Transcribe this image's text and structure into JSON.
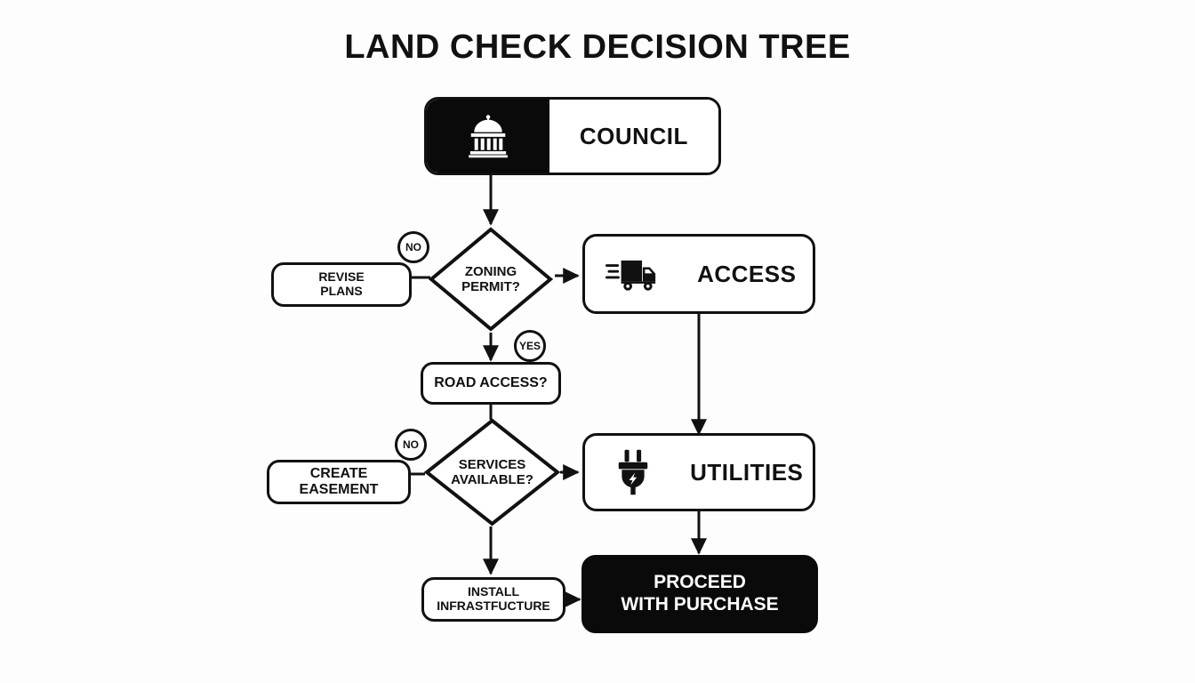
{
  "title": "LAND CHECK DECISION TREE",
  "theme": {
    "background": "#fdfdfd",
    "ink": "#111111",
    "solid_fill": "#0a0a0a",
    "node_fill": "#ffffff",
    "solid_text": "#ffffff"
  },
  "nodes": {
    "council": {
      "label": "COUNCIL",
      "icon": "bank-building-icon",
      "type": "start-card"
    },
    "zoning_permit": {
      "label_line1": "ZONING",
      "label_line2": "PERMIT?",
      "type": "decision"
    },
    "revise_plans": {
      "label_line1": "REVISE",
      "label_line2": "PLANS",
      "type": "process"
    },
    "access": {
      "label": "ACCESS",
      "icon": "delivery-truck-icon",
      "type": "card"
    },
    "road_access": {
      "label": "ROAD ACCESS?",
      "type": "process"
    },
    "services_available": {
      "label_line1": "SERVICES",
      "label_line2": "AVAILABLE?",
      "type": "decision"
    },
    "create_easement": {
      "label": "CREATE EASEMENT",
      "type": "process"
    },
    "utilities": {
      "label": "UTILITIES",
      "icon": "power-plug-icon",
      "type": "card"
    },
    "install_infrastructure": {
      "label_line1": "INSTALL",
      "label_line2": "INFRASTFUCTURE",
      "type": "process"
    },
    "proceed": {
      "label_line1": "PROCEED",
      "label_line2": "WITH PURCHASE",
      "type": "terminal"
    }
  },
  "badges": {
    "zoning_no": "NO",
    "zoning_yes": "YES",
    "services_no": "NO"
  },
  "edges": [
    {
      "name": "council-to-zoning",
      "from": "council",
      "to": "zoning_permit",
      "arrow": true
    },
    {
      "name": "zoning-to-access",
      "from": "zoning_permit",
      "to": "access",
      "arrow": true,
      "label": ""
    },
    {
      "name": "zoning-to-revise",
      "from": "zoning_permit",
      "to": "revise_plans",
      "arrow": false,
      "label": "NO"
    },
    {
      "name": "zoning-to-road-access",
      "from": "zoning_permit",
      "to": "road_access",
      "arrow": true,
      "label": "YES"
    },
    {
      "name": "access-to-utilities",
      "from": "access",
      "to": "utilities",
      "arrow": true
    },
    {
      "name": "road-access-to-services",
      "from": "road_access",
      "to": "services_available",
      "arrow": false
    },
    {
      "name": "services-to-utilities",
      "from": "services_available",
      "to": "utilities",
      "arrow": true
    },
    {
      "name": "services-to-create-easement",
      "from": "services_available",
      "to": "create_easement",
      "arrow": false,
      "label": "NO"
    },
    {
      "name": "services-to-install",
      "from": "services_available",
      "to": "install_infrastructure",
      "arrow": true
    },
    {
      "name": "install-to-proceed",
      "from": "install_infrastructure",
      "to": "proceed",
      "arrow": true
    },
    {
      "name": "utilities-to-proceed",
      "from": "utilities",
      "to": "proceed",
      "arrow": true
    }
  ]
}
